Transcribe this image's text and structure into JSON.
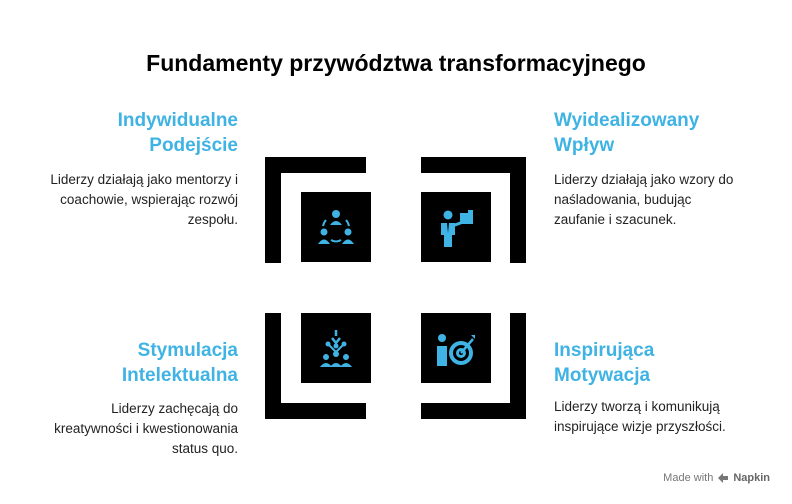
{
  "title": "Fundamenty przywództwa transformacyjnego",
  "quadrants": [
    {
      "heading_line1": "Indywidualne",
      "heading_line2": "Podejście",
      "desc_line1": "Liderzy działają jako mentorzy i",
      "desc_line2": "coachowie, wspierając rozwój",
      "desc_line3": "zespołu.",
      "icon": "team-circle-icon"
    },
    {
      "heading_line1": "Wyidealizowany",
      "heading_line2": "Wpływ",
      "desc_line1": "Liderzy działają jako wzory do",
      "desc_line2": "naśladowania, budując",
      "desc_line3": "zaufanie i szacunek.",
      "icon": "presenter-icon"
    },
    {
      "heading_line1": "Stymulacja",
      "heading_line2": "Intelektualna",
      "desc_line1": "Liderzy zachęcają do",
      "desc_line2": "kreatywności i kwestionowania",
      "desc_line3": "status quo.",
      "icon": "idea-network-icon"
    },
    {
      "heading_line1": "Inspirująca",
      "heading_line2": "Motywacja",
      "desc_line1": "Liderzy tworzą i komunikują",
      "desc_line2": "inspirujące wizje przyszłości.",
      "desc_line3": "",
      "icon": "target-person-icon"
    }
  ],
  "footer": {
    "made_with": "Made with",
    "brand": "Napkin"
  },
  "colors": {
    "accent": "#3fb3e3",
    "tile": "#000000"
  }
}
